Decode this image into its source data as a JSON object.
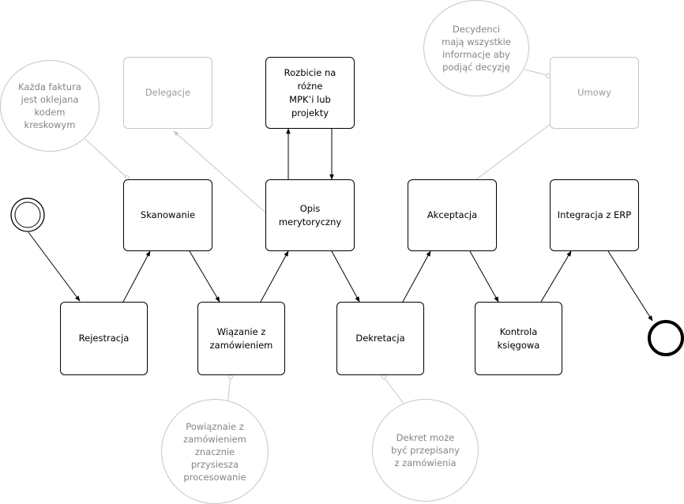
{
  "colors": {
    "box_border": "#000000",
    "light_border": "#c6c6c6",
    "light_text": "#9a9a9a",
    "note_text": "#858585",
    "arrow": "#000000",
    "note_line": "#c6c6c6"
  },
  "process": {
    "rejestracja": "Rejestracja",
    "skanowanie": "Skanowanie",
    "wiazanie": "Wiązanie z\nzamówieniem",
    "opis": "Opis\nmerytoryczny",
    "rozbicie": "Rozbicie na różne\nMPK’i lub projekty",
    "dekretacja": "Dekretacja",
    "akceptacja": "Akceptacja",
    "kontrola": "Kontrola księgowa",
    "integracja": "Integracja z ERP"
  },
  "external": {
    "delegacje": "Delegacje",
    "umowy": "Umowy"
  },
  "notes": {
    "faktura": "Każda faktura\njest oklejana\nkodem\nkreskowym",
    "powiazanie": "Powiąznaie z\nzamówieniem\nznacznie\nprzysiesza\nprocesowanie",
    "dekret": "Dekret może\nbyć przepisany\nz zamówienia",
    "decydenci": "Decydenci\nmają wszystkie\ninformacje aby\npodjąć decyzję"
  }
}
